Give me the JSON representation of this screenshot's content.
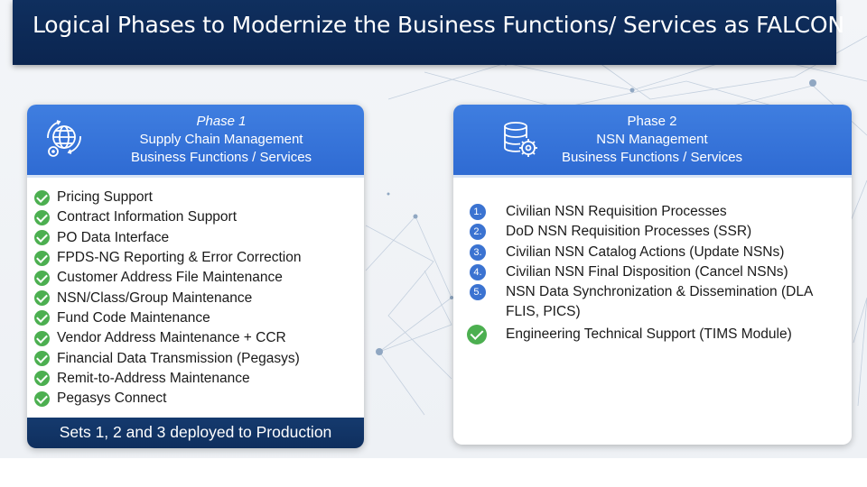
{
  "title": "Logical Phases to Modernize the Business Functions/ Services as FALCON",
  "colors": {
    "navy": "#0f2f5e",
    "header_blue": "#3a78dc",
    "check_green": "#4caf50",
    "number_blue": "#3b73d1"
  },
  "phase1": {
    "icon": "globe-gear-icon",
    "phase": "Phase 1",
    "line1": "Supply Chain Management",
    "line2": "Business Functions / Services",
    "items": [
      "Pricing Support",
      "Contract Information Support",
      "PO Data Interface",
      "FPDS-NG Reporting & Error Correction",
      "Customer Address File Maintenance",
      "NSN/Class/Group Maintenance",
      "Fund Code Maintenance",
      "Vendor Address Maintenance + CCR",
      "Financial Data Transmission (Pegasys)",
      "Remit-to-Address Maintenance",
      "Pegasys Connect"
    ],
    "footer": "Sets 1, 2 and 3 deployed to Production"
  },
  "phase2": {
    "icon": "database-gear-icon",
    "phase": "Phase 2",
    "line1": "NSN Management",
    "line2": "Business Functions / Services",
    "items": [
      {
        "num": "1.",
        "text": "Civilian NSN Requisition Processes"
      },
      {
        "num": "2.",
        "text": "DoD NSN Requisition Processes (SSR)"
      },
      {
        "num": "3.",
        "text": "Civilian NSN Catalog Actions (Update NSNs)"
      },
      {
        "num": "4.",
        "text": "Civilian NSN Final Disposition (Cancel NSNs)"
      },
      {
        "num": "5.",
        "text": "NSN Data Synchronization & Dissemination (DLA FLIS, PICS)"
      }
    ],
    "done_item": "Engineering Technical Support (TIMS Module)"
  }
}
